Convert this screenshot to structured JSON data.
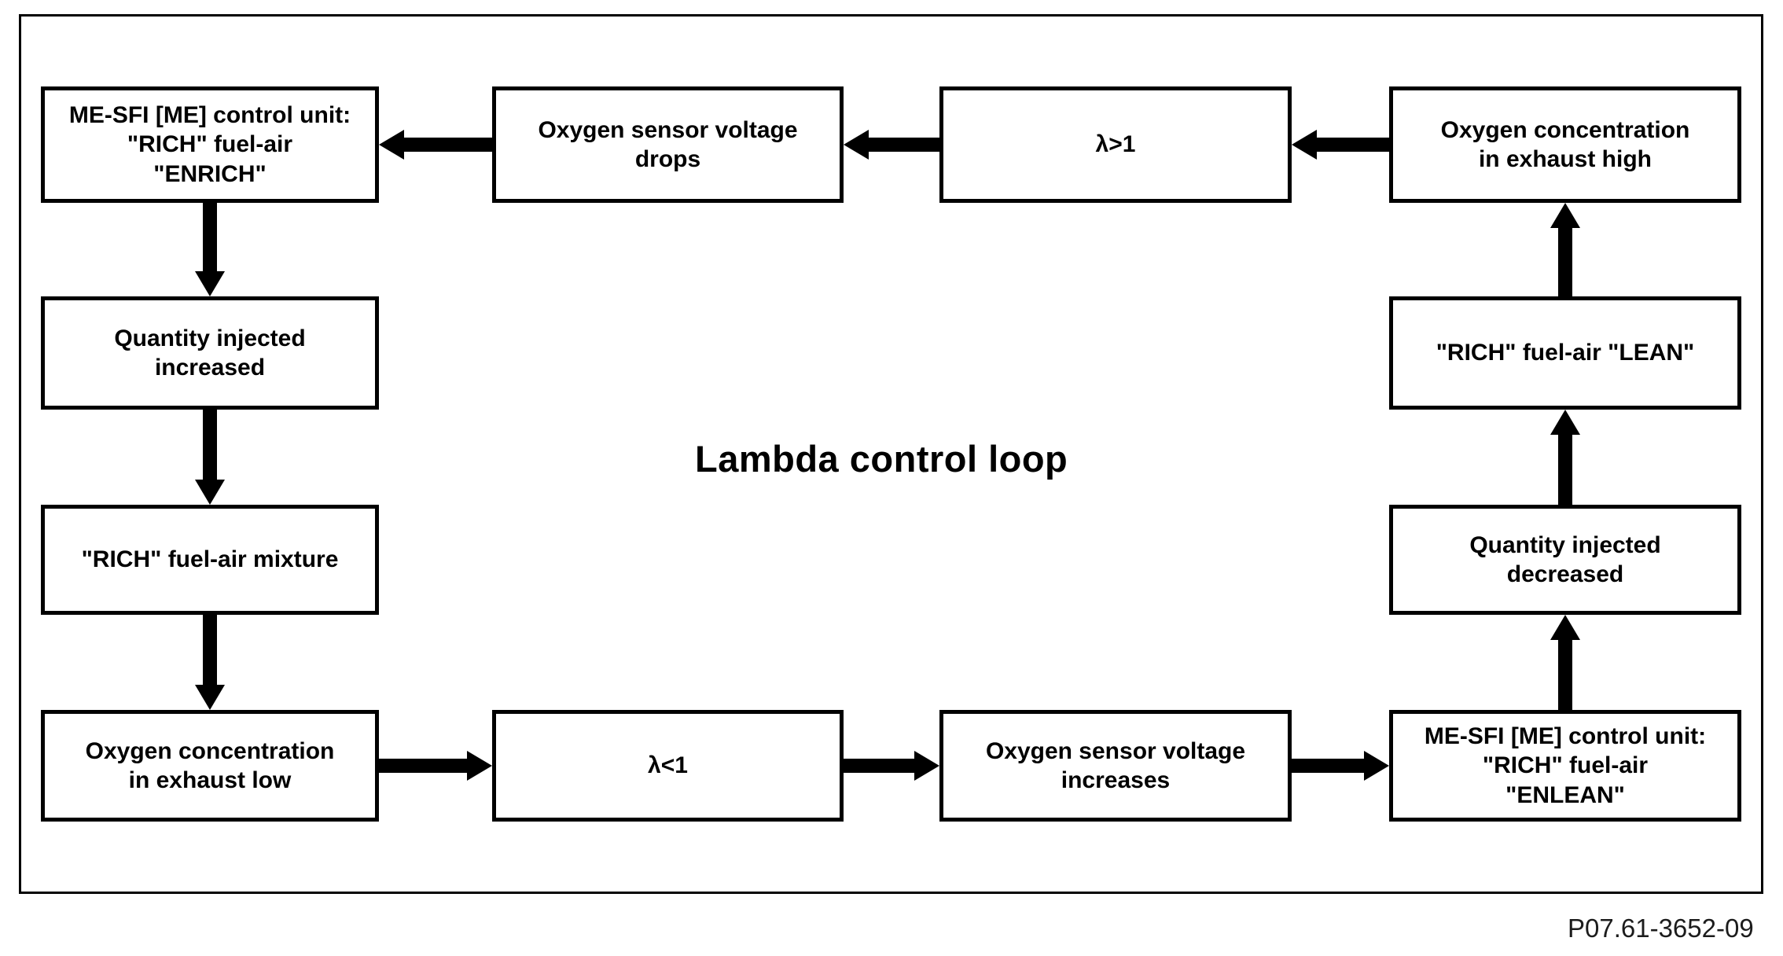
{
  "page": {
    "title": "Lambda control loop",
    "reference_code": "P07.61-3652-09"
  },
  "boxes": [
    {
      "id": "ecu-enrich",
      "text": "ME-SFI [ME] control unit:\n\"RICH\" fuel-air\n\"ENRICH\""
    },
    {
      "id": "o2-voltage-drops",
      "text": "Oxygen sensor voltage\ndrops"
    },
    {
      "id": "lambda-greater-1",
      "text": "λ>1"
    },
    {
      "id": "o2-exhaust-high",
      "text": "Oxygen concentration\nin exhaust high"
    },
    {
      "id": "quantity-increased",
      "text": "Quantity injected\nincreased"
    },
    {
      "id": "rich-fuel-air-lean",
      "text": "\"RICH\" fuel-air \"LEAN\""
    },
    {
      "id": "rich-fuel-air-mixture",
      "text": "\"RICH\" fuel-air mixture"
    },
    {
      "id": "quantity-decreased",
      "text": "Quantity injected\ndecreased"
    },
    {
      "id": "o2-exhaust-low",
      "text": "Oxygen concentration\nin exhaust low"
    },
    {
      "id": "lambda-less-1",
      "text": "λ<1"
    },
    {
      "id": "o2-voltage-increases",
      "text": "Oxygen sensor voltage\nincreases"
    },
    {
      "id": "ecu-enlean",
      "text": "ME-SFI [ME] control unit:\n\"RICH\" fuel-air\n\"ENLEAN\""
    }
  ],
  "colors": {
    "foreground": "#000000",
    "background": "#ffffff"
  }
}
